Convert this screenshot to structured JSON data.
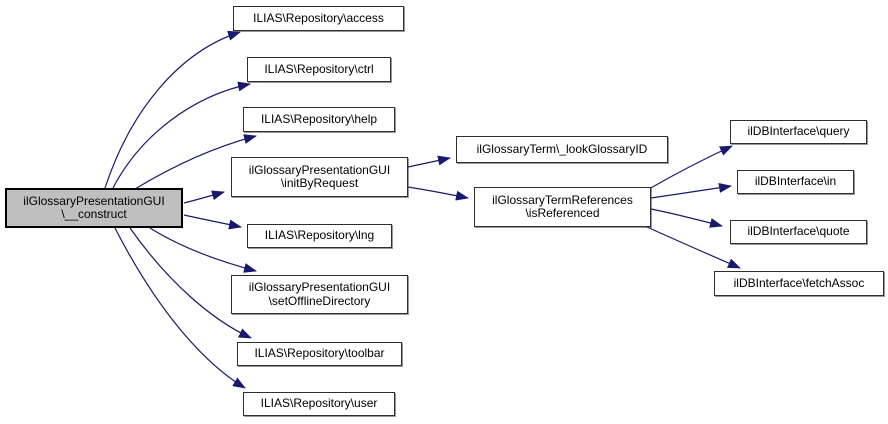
{
  "diagram": {
    "type": "call-graph",
    "colors": {
      "edge": "#191970",
      "node_fill": "#ffffff",
      "highlight_node_fill": "#bfbfbf",
      "node_border": "#2e2e2e",
      "text": "#000000",
      "background": "#ffffff"
    },
    "nodes": {
      "construct": {
        "line1": "ilGlossaryPresentationGUI",
        "line2": "\\__construct"
      },
      "access": {
        "line1": "ILIAS\\Repository\\access"
      },
      "ctrl": {
        "line1": "ILIAS\\Repository\\ctrl"
      },
      "help": {
        "line1": "ILIAS\\Repository\\help"
      },
      "init_by_request": {
        "line1": "ilGlossaryPresentationGUI",
        "line2": "\\initByRequest"
      },
      "lng": {
        "line1": "ILIAS\\Repository\\lng"
      },
      "set_offline_directory": {
        "line1": "ilGlossaryPresentationGUI",
        "line2": "\\setOfflineDirectory"
      },
      "toolbar": {
        "line1": "ILIAS\\Repository\\toolbar"
      },
      "user": {
        "line1": "ILIAS\\Repository\\user"
      },
      "look_glossary_id": {
        "line1": "ilGlossaryTerm\\_lookGlossaryID"
      },
      "is_referenced": {
        "line1": "ilGlossaryTermReferences",
        "line2": "\\isReferenced"
      },
      "query": {
        "line1": "ilDBInterface\\query"
      },
      "in": {
        "line1": "ilDBInterface\\in"
      },
      "quote": {
        "line1": "ilDBInterface\\quote"
      },
      "fetch_assoc": {
        "line1": "ilDBInterface\\fetchAssoc"
      }
    },
    "edges": [
      {
        "from": "construct",
        "to": "access"
      },
      {
        "from": "construct",
        "to": "ctrl"
      },
      {
        "from": "construct",
        "to": "help"
      },
      {
        "from": "construct",
        "to": "init_by_request"
      },
      {
        "from": "construct",
        "to": "lng"
      },
      {
        "from": "construct",
        "to": "set_offline_directory"
      },
      {
        "from": "construct",
        "to": "toolbar"
      },
      {
        "from": "construct",
        "to": "user"
      },
      {
        "from": "init_by_request",
        "to": "look_glossary_id"
      },
      {
        "from": "init_by_request",
        "to": "is_referenced"
      },
      {
        "from": "is_referenced",
        "to": "query"
      },
      {
        "from": "is_referenced",
        "to": "in"
      },
      {
        "from": "is_referenced",
        "to": "quote"
      },
      {
        "from": "is_referenced",
        "to": "fetch_assoc"
      }
    ]
  }
}
